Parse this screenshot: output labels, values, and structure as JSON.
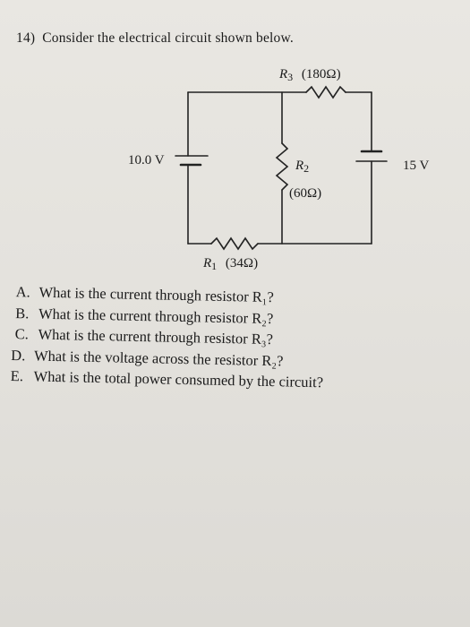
{
  "problem": {
    "number": "14)",
    "prompt": "Consider the electrical circuit shown below."
  },
  "circuit": {
    "r3": {
      "symbol": "R",
      "sub": "3",
      "value": "(180Ω)"
    },
    "r2": {
      "symbol": "R",
      "sub": "2",
      "value": "(60Ω)"
    },
    "r1": {
      "symbol": "R",
      "sub": "1",
      "value": "(34Ω)"
    },
    "battery_left": "10.0 V",
    "battery_right": "15 V"
  },
  "questions": [
    {
      "letter": "A.",
      "text": "What is the current through resistor R₁?"
    },
    {
      "letter": "B.",
      "text": "What is the current through resistor R₂?"
    },
    {
      "letter": "C.",
      "text": "What is the current through resistor R₃?"
    },
    {
      "letter": "D.",
      "text": "What is the voltage across the resistor R₂?"
    },
    {
      "letter": "E.",
      "text": "What is the total power consumed by the circuit?"
    }
  ]
}
